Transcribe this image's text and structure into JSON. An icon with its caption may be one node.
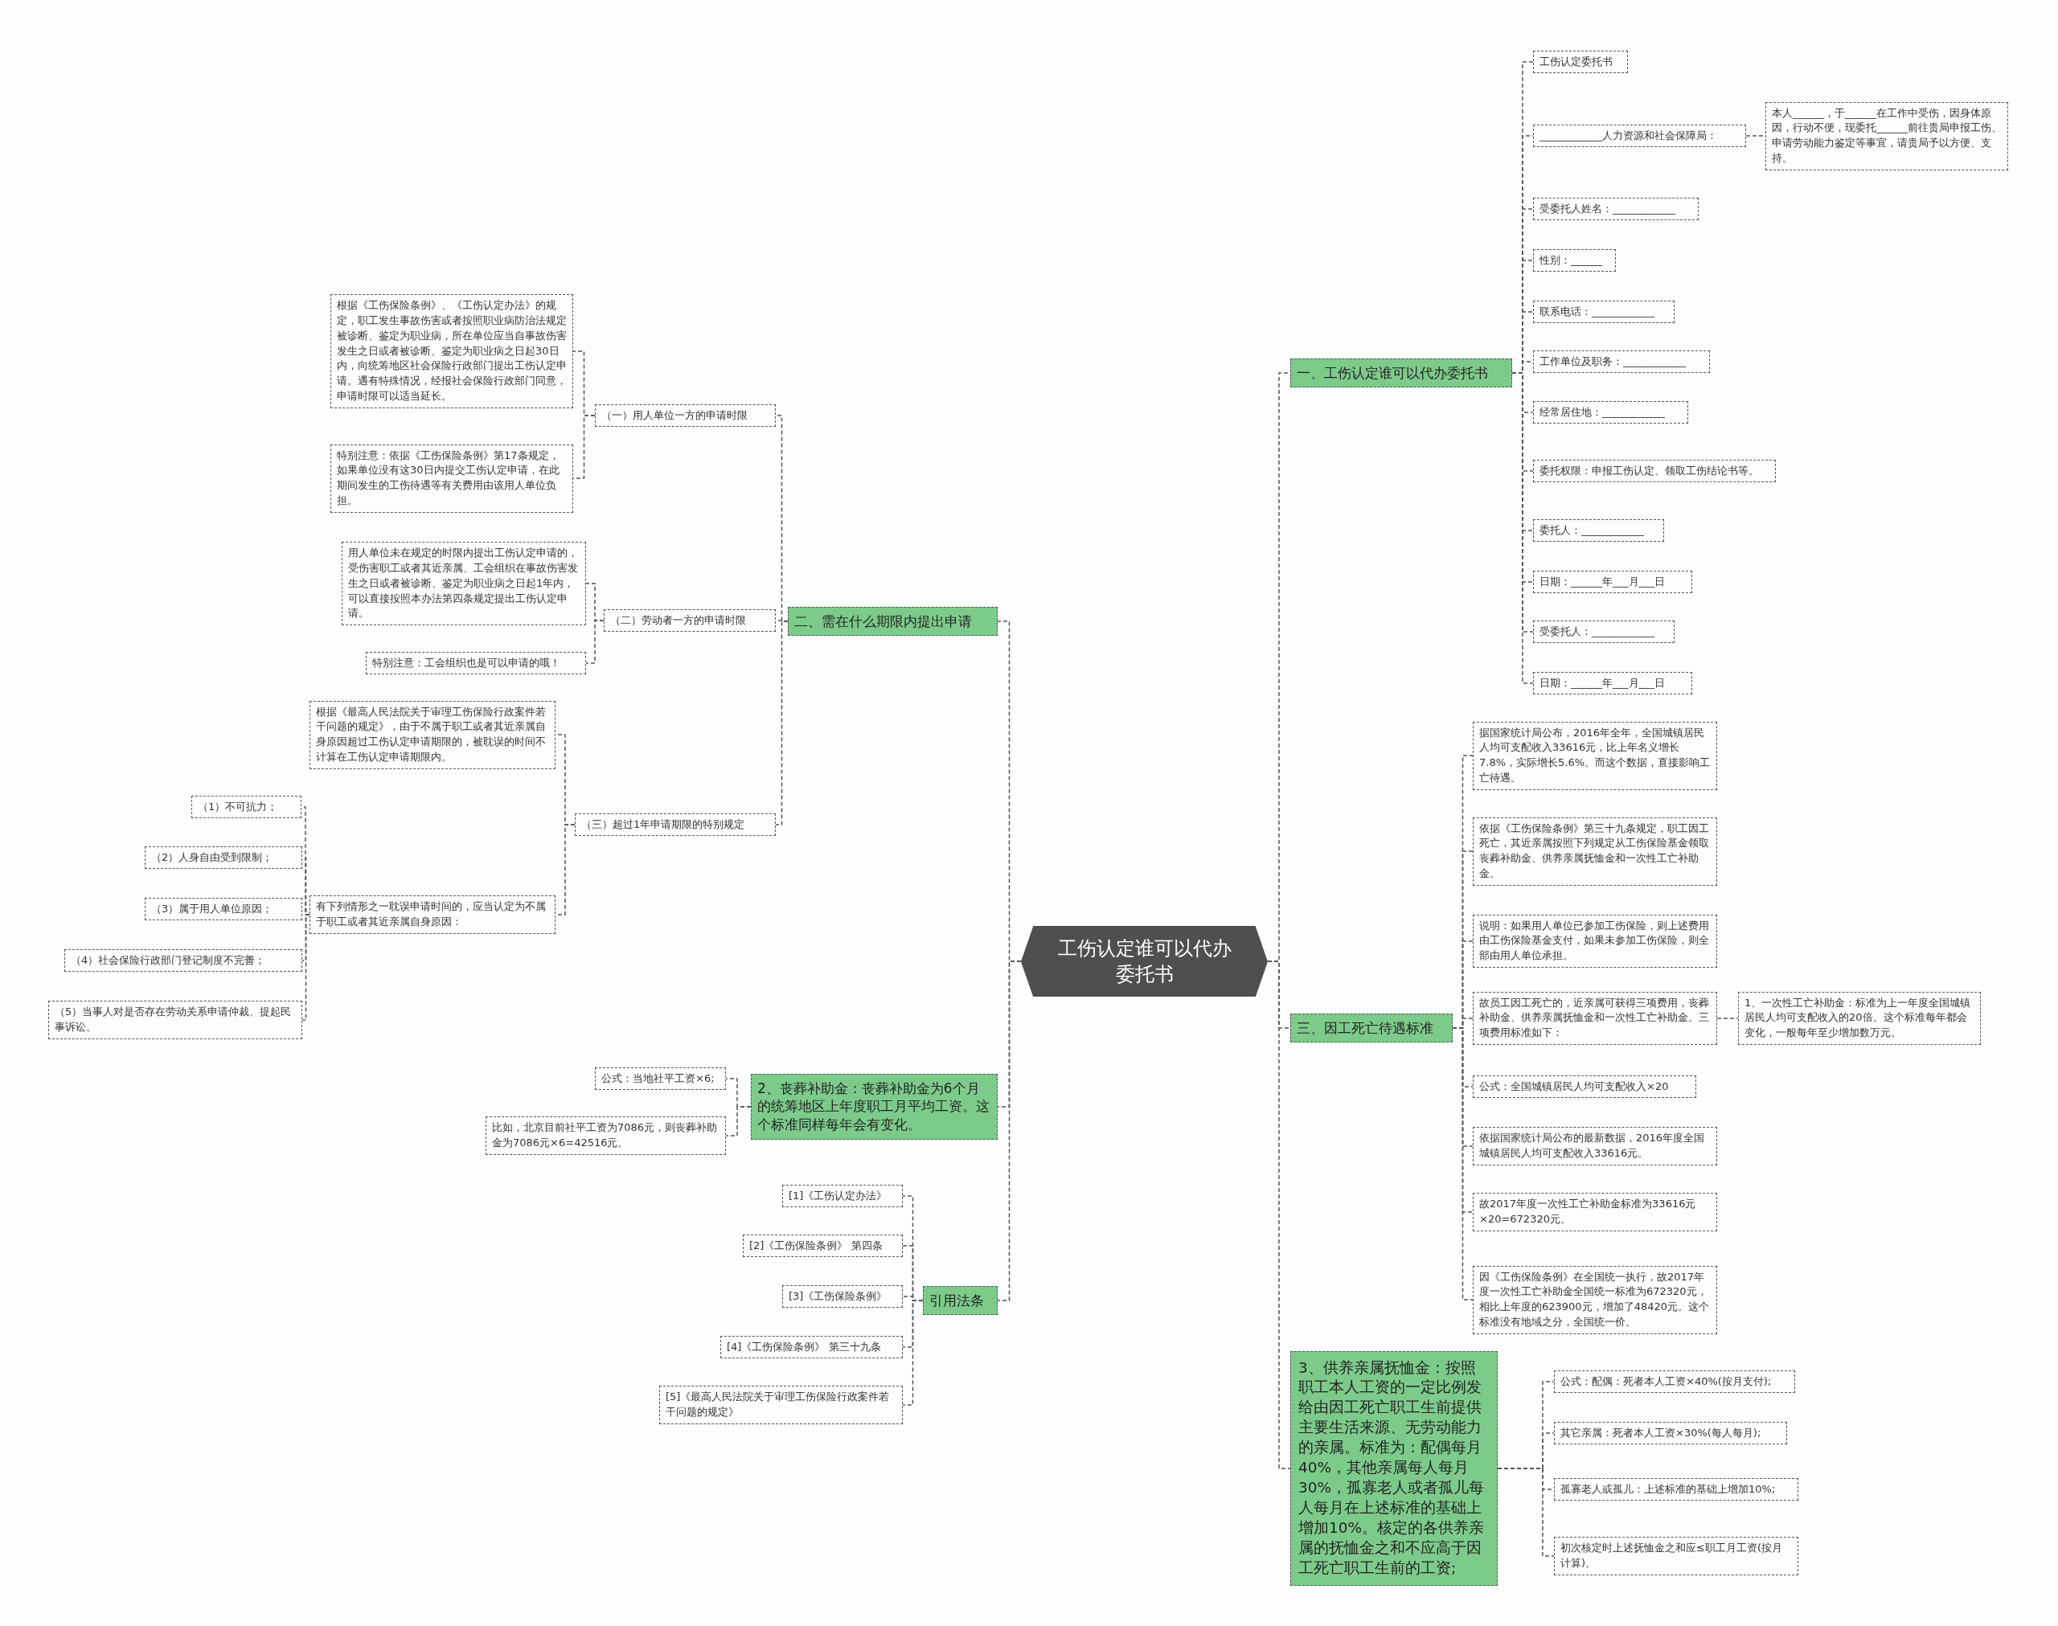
{
  "diagram": {
    "nodes": [
      {
        "text": [
          "工伤认定谁可以代办委托书"
        ]
      },
      {
        "text": [
          "一、工伤认定谁可以代办委托书"
        ]
      },
      {
        "text": [
          "工伤认定委托书"
        ]
      },
      {
        "text": [
          "____________人力资源和社会保障局："
        ]
      },
      {
        "text": [
          "本人______，于______在工作中受伤，因身体原因，行动不便，现委托______前往贵局申报工伤、申请劳动能力鉴定等事宜，请贵局予以方便、支持。"
        ]
      },
      {
        "text": [
          "受委托人姓名：____________"
        ]
      },
      {
        "text": [
          "性别：______"
        ]
      },
      {
        "text": [
          "联系电话：____________"
        ]
      },
      {
        "text": [
          "工作单位及职务：____________"
        ]
      },
      {
        "text": [
          "经常居住地：____________"
        ]
      },
      {
        "text": [
          "委托权限：申报工伤认定、领取工伤结论书等。"
        ]
      },
      {
        "text": [
          "委托人：____________"
        ]
      },
      {
        "text": [
          "日期：______年___月___日"
        ]
      },
      {
        "text": [
          "受委托人：____________"
        ]
      },
      {
        "text": [
          "日期：______年___月___日"
        ]
      },
      {
        "text": [
          "三、因工死亡待遇标准"
        ]
      },
      {
        "text": [
          "据国家统计局公布，2016年全年，全国城镇居民人均可支配收入33616元，比上年名义增长7.8%，实际增长5.6%。而这个数据，直接影响工亡待遇。"
        ]
      },
      {
        "text": [
          "依据《工伤保险条例》第三十九条规定，职工因工死亡，其近亲属按照下列规定从工伤保险基金领取丧葬补助金、供养亲属抚恤金和一次性工亡补助金。"
        ]
      },
      {
        "text": [
          "说明：如果用人单位已参加工伤保险，则上述费用由工伤保险基金支付，如果未参加工伤保险，则全部由用人单位承担。"
        ]
      },
      {
        "text": [
          "故员工因工死亡的，近亲属可获得三项费用，丧葬补助金、供养亲属抚恤金和一次性工亡补助金。三项费用标准如下："
        ]
      },
      {
        "text": [
          "1、一次性工亡补助金：标准为上一年度全国城镇居民人均可支配收入的20倍。这个标准每年都会变化，一般每年至少增加数万元。"
        ]
      },
      {
        "text": [
          "公式：全国城镇居民人均可支配收入×20"
        ]
      },
      {
        "text": [
          "依据国家统计局公布的最新数据，2016年度全国城镇居民人均可支配收入33616元。"
        ]
      },
      {
        "text": [
          "故2017年度一次性工亡补助金标准为33616元×20=672320元。"
        ]
      },
      {
        "text": [
          "因《工伤保险条例》在全国统一执行，故2017年度一次性工亡补助金全国统一标准为672320元，相比上年度的623900元，增加了48420元。这个标准没有地域之分，全国统一价。"
        ]
      },
      {
        "text": [
          "3、供养亲属抚恤金：按照职工本人工资的一定比例发给由因工死亡职工生前提供主要生活来源、无劳动能力的亲属。标准为：配偶每月40%，其他亲属每人每月30%，孤寡老人或者孤儿每人每月在上述标准的基础上增加10%。核定的各供养亲属的抚恤金之和不应高于因工死亡职工生前的工资;"
        ]
      },
      {
        "text": [
          "公式：配偶：死者本人工资×40%(按月支付);"
        ]
      },
      {
        "text": [
          "其它亲属：死者本人工资×30%(每人每月);"
        ]
      },
      {
        "text": [
          "孤寡老人或孤儿：上述标准的基础上增加10%;"
        ]
      },
      {
        "text": [
          "初次核定时上述抚恤金之和应≤职工月工资(按月计算)。"
        ]
      },
      {
        "text": [
          "二、需在什么期限内提出申请"
        ]
      },
      {
        "text": [
          "（一）用人单位一方的申请时限"
        ]
      },
      {
        "text": [
          "根据《工伤保险条例》、《工伤认定办法》的规定，职工发生事故伤害或者按照职业病防治法规定被诊断、鉴定为职业病，所在单位应当自事故伤害发生之日或者被诊断、鉴定为职业病之日起30日内，向统筹地区社会保险行政部门提出工伤认定申请。遇有特殊情况，经报社会保险行政部门同意，申请时限可以适当延长。"
        ]
      },
      {
        "text": [
          "特别注意：依据《工伤保险条例》第17条规定，如果单位没有这30日内提交工伤认定申请，在此期间发生的工伤待遇等有关费用由该用人单位负担。"
        ]
      },
      {
        "text": [
          "（二）劳动者一方的申请时限"
        ]
      },
      {
        "text": [
          "用人单位未在规定的时限内提出工伤认定申请的，受伤害职工或者其近亲属、工会组织在事故伤害发生之日或者被诊断、鉴定为职业病之日起1年内，可以直接按照本办法第四条规定提出工伤认定申请。"
        ]
      },
      {
        "text": [
          "特别注意：工会组织也是可以申请的哦！"
        ]
      },
      {
        "text": [
          "（三）超过1年申请期限的特别规定"
        ]
      },
      {
        "text": [
          "根据《最高人民法院关于审理工伤保险行政案件若干问题的规定》，由于不属于职工或者其近亲属自身原因超过工伤认定申请期限的，被耽误的时间不计算在工伤认定申请期限内。"
        ]
      },
      {
        "text": [
          "有下列情形之一耽误申请时间的，应当认定为不属于职工或者其近亲属自身原因："
        ]
      },
      {
        "text": [
          "（1）不可抗力；"
        ]
      },
      {
        "text": [
          "（2）人身自由受到限制；"
        ]
      },
      {
        "text": [
          "（3）属于用人单位原因；"
        ]
      },
      {
        "text": [
          "（4）社会保险行政部门登记制度不完善；"
        ]
      },
      {
        "text": [
          "（5）当事人对是否存在劳动关系申请仲裁、提起民事诉讼。"
        ]
      },
      {
        "text": [
          "2、丧葬补助金：丧葬补助金为6个月的统筹地区上年度职工月平均工资。这个标准同样每年会有变化。"
        ]
      },
      {
        "text": [
          "公式：当地社平工资×6;"
        ]
      },
      {
        "text": [
          "比如，北京目前社平工资为7086元，则丧葬补助金为7086元×6=42516元。"
        ]
      },
      {
        "text": [
          "引用法条"
        ]
      },
      {
        "text": [
          "[1]《工伤认定办法》"
        ]
      },
      {
        "text": [
          "[2]《工伤保险条例》 第四条"
        ]
      },
      {
        "text": [
          "[3]《工伤保险条例》"
        ]
      },
      {
        "text": [
          "[4]《工伤保险条例》 第三十九条"
        ]
      },
      {
        "text": [
          "[5]《最高人民法院关于审理工伤保险行政案件若干问题的规定》"
        ]
      }
    ],
    "edges": [
      {
        "from": 0,
        "to": 1,
        "arrow": "none"
      },
      {
        "from": 1,
        "to": 2,
        "arrow": "none"
      },
      {
        "from": 1,
        "to": 3,
        "arrow": "none"
      },
      {
        "from": 3,
        "to": 4,
        "arrow": "none"
      },
      {
        "from": 1,
        "to": 5,
        "arrow": "none"
      },
      {
        "from": 1,
        "to": 6,
        "arrow": "none"
      },
      {
        "from": 1,
        "to": 7,
        "arrow": "none"
      },
      {
        "from": 1,
        "to": 8,
        "arrow": "none"
      },
      {
        "from": 1,
        "to": 9,
        "arrow": "none"
      },
      {
        "from": 1,
        "to": 10,
        "arrow": "none"
      },
      {
        "from": 1,
        "to": 11,
        "arrow": "none"
      },
      {
        "from": 1,
        "to": 12,
        "arrow": "none"
      },
      {
        "from": 1,
        "to": 13,
        "arrow": "none"
      },
      {
        "from": 1,
        "to": 14,
        "arrow": "none"
      },
      {
        "from": 0,
        "to": 15,
        "arrow": "none"
      },
      {
        "from": 15,
        "to": 16,
        "arrow": "none"
      },
      {
        "from": 15,
        "to": 17,
        "arrow": "none"
      },
      {
        "from": 15,
        "to": 18,
        "arrow": "none"
      },
      {
        "from": 15,
        "to": 19,
        "arrow": "none"
      },
      {
        "from": 19,
        "to": 20,
        "arrow": "none"
      },
      {
        "from": 15,
        "to": 21,
        "arrow": "none"
      },
      {
        "from": 15,
        "to": 22,
        "arrow": "none"
      },
      {
        "from": 15,
        "to": 23,
        "arrow": "none"
      },
      {
        "from": 15,
        "to": 24,
        "arrow": "none"
      },
      {
        "from": 0,
        "to": 25,
        "arrow": "none"
      },
      {
        "from": 25,
        "to": 26,
        "arrow": "none"
      },
      {
        "from": 25,
        "to": 27,
        "arrow": "none"
      },
      {
        "from": 25,
        "to": 28,
        "arrow": "none"
      },
      {
        "from": 25,
        "to": 29,
        "arrow": "none"
      },
      {
        "from": 0,
        "to": 30,
        "arrow": "none"
      },
      {
        "from": 30,
        "to": 31,
        "arrow": "none"
      },
      {
        "from": 31,
        "to": 32,
        "arrow": "none"
      },
      {
        "from": 31,
        "to": 33,
        "arrow": "none"
      },
      {
        "from": 30,
        "to": 34,
        "arrow": "none"
      },
      {
        "from": 34,
        "to": 35,
        "arrow": "none"
      },
      {
        "from": 34,
        "to": 36,
        "arrow": "none"
      },
      {
        "from": 30,
        "to": 37,
        "arrow": "none"
      },
      {
        "from": 37,
        "to": 38,
        "arrow": "none"
      },
      {
        "from": 37,
        "to": 39,
        "arrow": "none"
      },
      {
        "from": 39,
        "to": 40,
        "arrow": "none"
      },
      {
        "from": 39,
        "to": 41,
        "arrow": "none"
      },
      {
        "from": 39,
        "to": 42,
        "arrow": "none"
      },
      {
        "from": 39,
        "to": 43,
        "arrow": "none"
      },
      {
        "from": 39,
        "to": 44,
        "arrow": "none"
      },
      {
        "from": 0,
        "to": 45,
        "arrow": "none"
      },
      {
        "from": 45,
        "to": 46,
        "arrow": "none"
      },
      {
        "from": 45,
        "to": 47,
        "arrow": "none"
      },
      {
        "from": 0,
        "to": 48,
        "arrow": "none"
      },
      {
        "from": 48,
        "to": 49,
        "arrow": "none"
      },
      {
        "from": 48,
        "to": 50,
        "arrow": "none"
      },
      {
        "from": 48,
        "to": 51,
        "arrow": "none"
      },
      {
        "from": 48,
        "to": 52,
        "arrow": "none"
      },
      {
        "from": 48,
        "to": 53,
        "arrow": "none"
      }
    ]
  }
}
